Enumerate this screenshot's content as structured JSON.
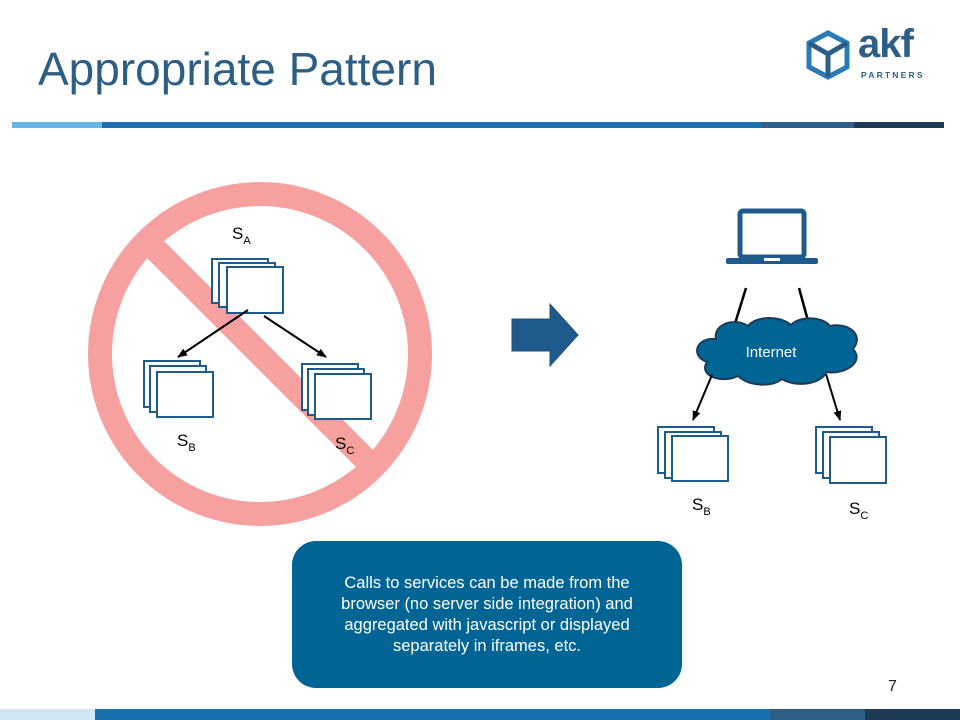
{
  "slide": {
    "title": "Appropriate Pattern",
    "page_number": "7",
    "callout_text": "Calls to services can be made from the browser (no server side integration) and aggregated with javascript or displayed separately in iframes, etc."
  },
  "logo": {
    "word": "akf",
    "sub": "PARTNERS"
  },
  "diagram_left": {
    "service_a": {
      "letter": "S",
      "sub": "A"
    },
    "service_b": {
      "letter": "S",
      "sub": "B"
    },
    "service_c": {
      "letter": "S",
      "sub": "C"
    },
    "prohibited": true
  },
  "diagram_right": {
    "cloud_label": "Internet",
    "service_b": {
      "letter": "S",
      "sub": "B"
    },
    "service_c": {
      "letter": "S",
      "sub": "C"
    }
  },
  "colors": {
    "title": "#2d5f86",
    "accent_blue": "#1a6fae",
    "prohibited_red": "#f7a0a0",
    "callout_bg": "#006595",
    "cloud_fill": "#006595",
    "arrow_fill": "#1f5a8c"
  }
}
